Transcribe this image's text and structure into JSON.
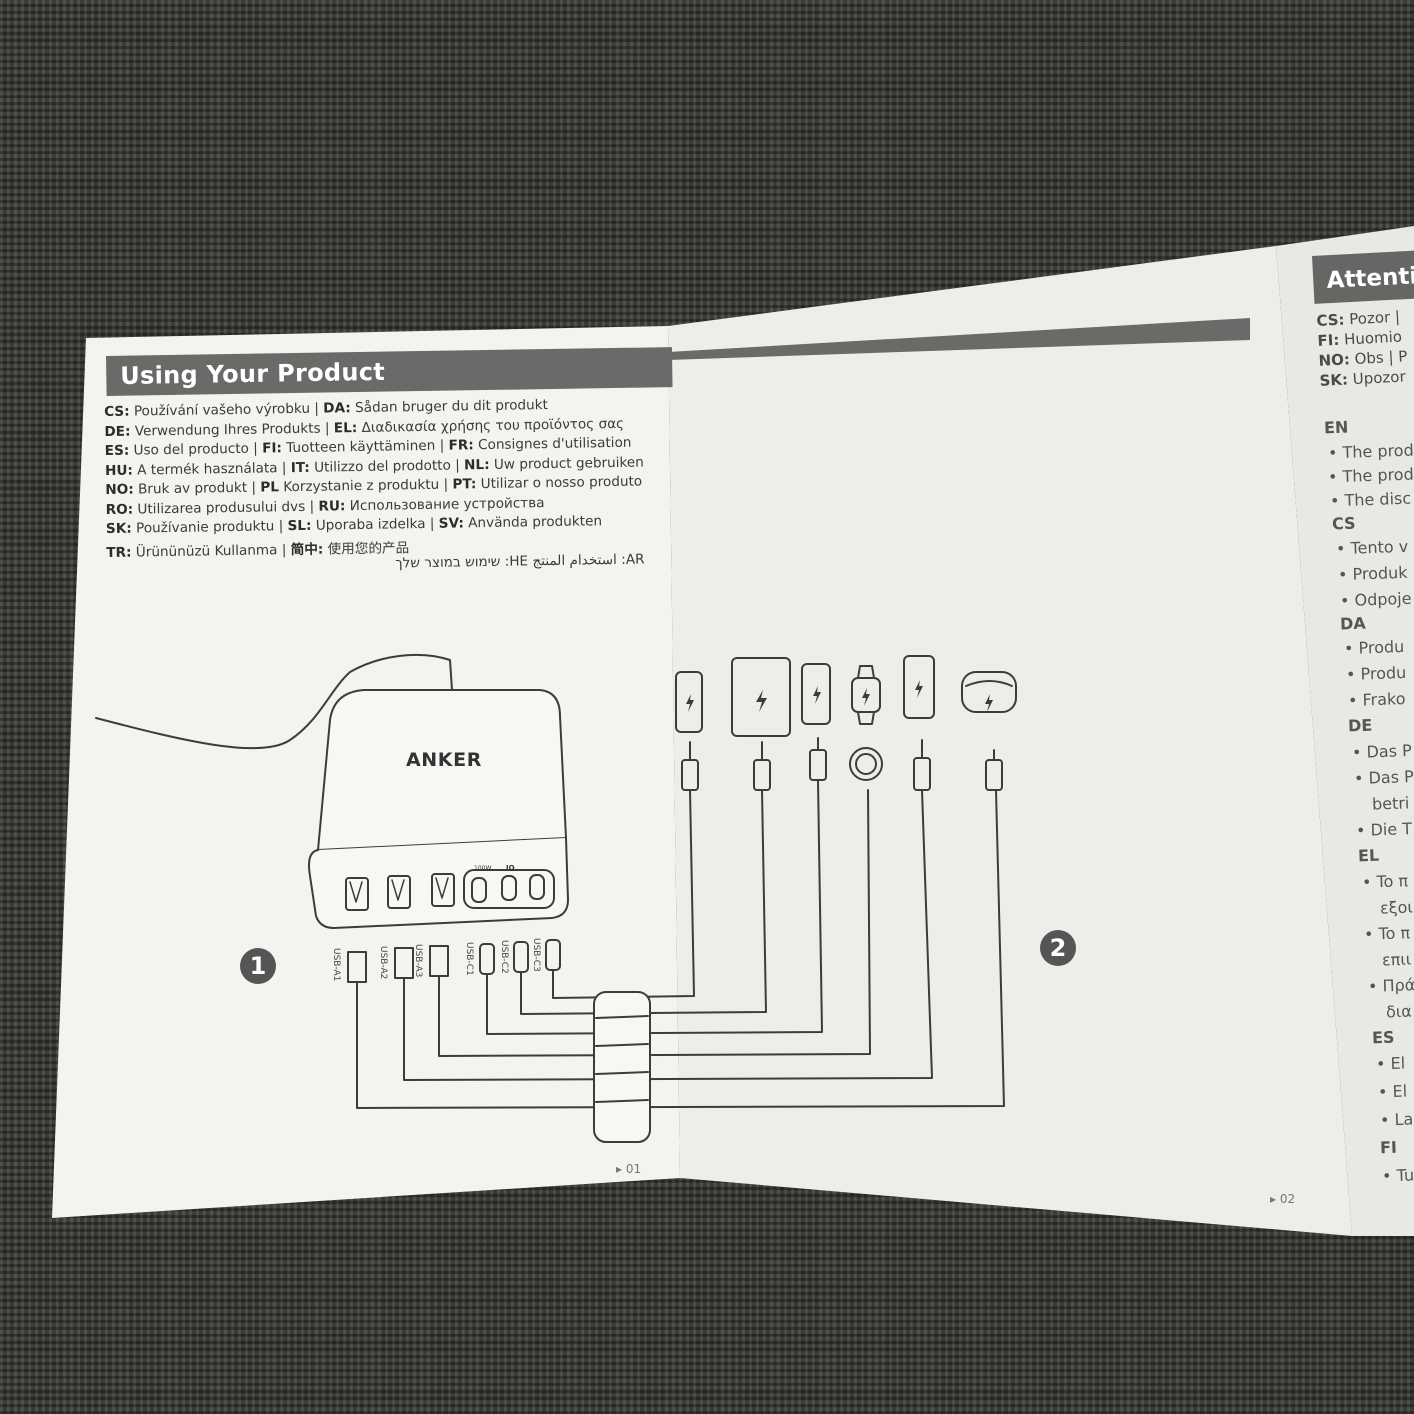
{
  "left_page": {
    "title": "Using Your Product",
    "lines": [
      [
        {
          "code": "CS:",
          "text": " Používání vašeho výrobku  |  "
        },
        {
          "code": "DA:",
          "text": " Sådan bruger du dit produkt"
        }
      ],
      [
        {
          "code": "DE:",
          "text": " Verwendung Ihres Produkts  |  "
        },
        {
          "code": "EL:",
          "text": " Διαδικασία χρήσης του προϊόντος σας"
        }
      ],
      [
        {
          "code": "ES:",
          "text": " Uso del producto | "
        },
        {
          "code": "FI:",
          "text": " Tuotteen käyttäminen | "
        },
        {
          "code": "FR:",
          "text": " Consignes d'utilisation"
        }
      ],
      [
        {
          "code": "HU:",
          "text": " A termék használata | "
        },
        {
          "code": "IT:",
          "text": " Utilizzo del prodotto  |  "
        },
        {
          "code": "NL:",
          "text": " Uw product gebruiken"
        }
      ],
      [
        {
          "code": "NO:",
          "text": " Bruk av produkt | "
        },
        {
          "code": "PL",
          "text": " Korzystanie z produktu | "
        },
        {
          "code": "PT:",
          "text": " Utilizar o nosso produto"
        }
      ],
      [
        {
          "code": "RO:",
          "text": " Utilizarea produsului dvs | "
        },
        {
          "code": "RU:",
          "text": " Использование устройства"
        }
      ],
      [
        {
          "code": "SK:",
          "text": " Používanie produktu  |  "
        },
        {
          "code": "SL:",
          "text": " Uporaba izdelka  |  "
        },
        {
          "code": "SV:",
          "text": " Använda produkten"
        }
      ],
      [
        {
          "code": "TR:",
          "text": " Ürününüzü Kullanma  |  "
        },
        {
          "code": "简中:",
          "text": " 使用您的产品"
        }
      ]
    ],
    "rtl_line": "שימוש במוצר שלך :HE      استخدام المنتج :AR",
    "brand": "ANKER",
    "port_labels": [
      "USB-A1",
      "USB-A2",
      "USB-A3",
      "USB-C1",
      "USB-C2",
      "USB-C3"
    ],
    "port_markings": [
      "100W",
      "IQ"
    ],
    "step": "1",
    "page_number": "01"
  },
  "right_page": {
    "step": "2",
    "page_number": "02"
  },
  "third_page": {
    "title": "Attenti",
    "header_lines": [
      [
        {
          "code": "CS:",
          "text": " Pozor |"
        }
      ],
      [
        {
          "code": "FI:",
          "text": " Huomio"
        }
      ],
      [
        {
          "code": "NO:",
          "text": " Obs | P"
        }
      ],
      [
        {
          "code": "SK:",
          "text": " Upozor"
        }
      ]
    ],
    "sections": [
      {
        "code": "EN",
        "items": [
          "The prod",
          "The prod",
          "The disc"
        ]
      },
      {
        "code": "CS",
        "items": [
          "Tento v",
          "Produk",
          "Odpoje"
        ]
      },
      {
        "code": "DA",
        "items": [
          "Produ",
          "Produ",
          "Frako"
        ]
      },
      {
        "code": "DE",
        "items": [
          "Das P",
          "Das P",
          "betri",
          "Die T"
        ]
      },
      {
        "code": "EL",
        "items": [
          "To π",
          "εξοι",
          "To π",
          "επιι",
          "Πρά",
          "δια"
        ]
      },
      {
        "code": "ES",
        "items": [
          "El",
          "El",
          "La"
        ]
      },
      {
        "code": "FI",
        "items": [
          "Tu"
        ]
      }
    ]
  },
  "colors": {
    "header_bar": "#6a6a68",
    "paper": "#f3f3f0",
    "fabric": "#3a3a38",
    "line_art": "#3c3c3c"
  }
}
